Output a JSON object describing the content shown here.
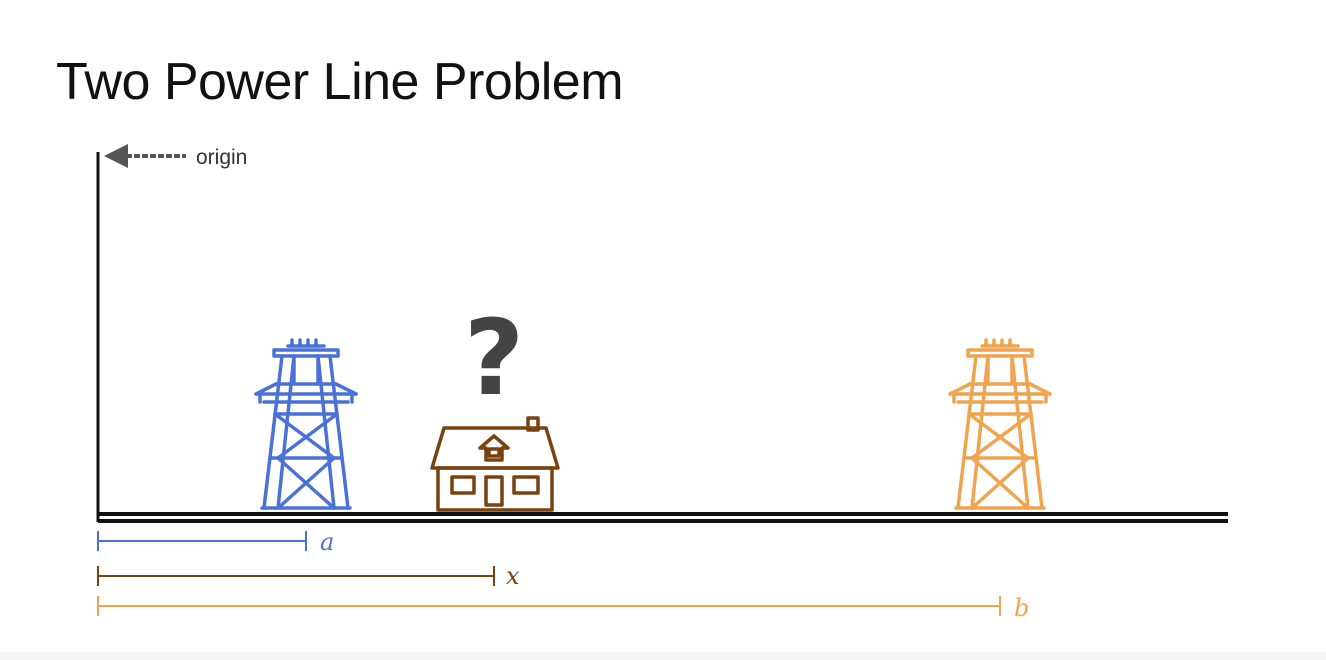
{
  "slide": {
    "title": "Two Power Line Problem"
  },
  "labels": {
    "origin": "origin",
    "question_mark": "?",
    "a": "a",
    "x": "x",
    "b": "b"
  },
  "icons": {
    "tower_a": "power-tower-icon",
    "house": "house-icon",
    "tower_b": "power-tower-icon"
  },
  "colors": {
    "axis": "#111111",
    "tower_a": "#4a72d6",
    "house": "#7a4210",
    "tower_b": "#f0a450",
    "question_mark": "#444444",
    "origin_arrow": "#555555"
  }
}
